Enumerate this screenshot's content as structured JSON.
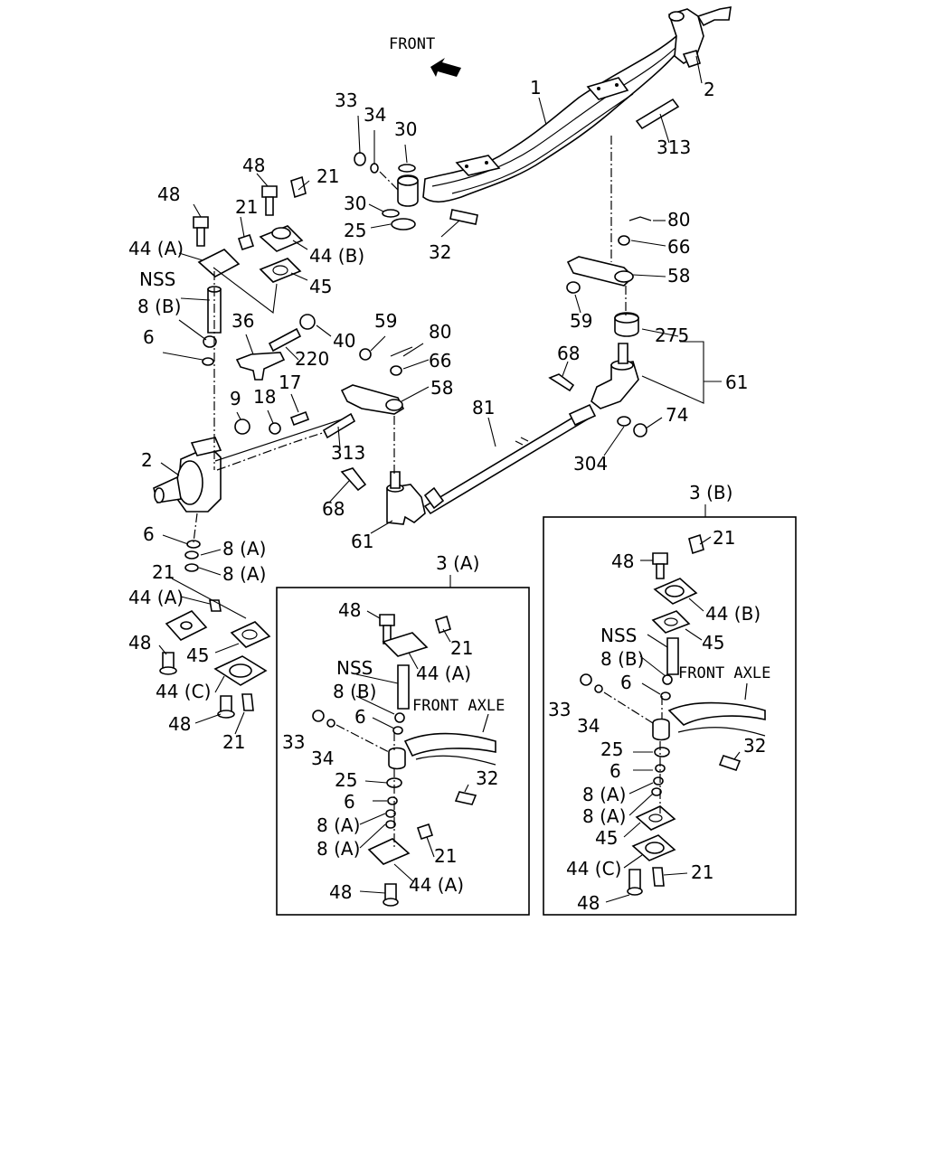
{
  "direction_label": "FRONT",
  "inset_a": {
    "title": "3 (A)",
    "axle_label": "FRONT AXLE"
  },
  "inset_b": {
    "title": "3 (B)",
    "axle_label": "FRONT AXLE"
  },
  "callouts": {
    "axle_beam": "1",
    "knuckle_right": "2",
    "knuckle_left": "2",
    "tie_rod_end_left": "61",
    "tie_rod_end_right": "61",
    "tie_rod": "81",
    "nut_33": "33",
    "washer_34": "34",
    "washer_30_top": "30",
    "washer_30_bot": "30",
    "bearing_25": "25",
    "king_pin_bolt_32": "32",
    "stud_313_right": "313",
    "stud_313_left": "313",
    "split_pin_80_right": "80",
    "nut_66_right": "66",
    "arm_58_right": "58",
    "nut_59_right": "59",
    "bushing_275": "275",
    "bolt_68_right": "68",
    "washer_304": "304",
    "nut_74": "74",
    "bolt_48_a": "48",
    "bolt_48_b": "48",
    "fitting_21_a": "21",
    "fitting_21_b": "21",
    "cover_44a_top": "44 (A)",
    "cover_44b_top": "44 (B)",
    "gasket_45_top": "45",
    "pin_nss": "NSS",
    "bush_8b": "8 (B)",
    "seal_6_top": "6",
    "arm_36": "36",
    "bolt_220": "220",
    "nut_40": "40",
    "nut_59_left": "59",
    "split_pin_80_left": "80",
    "nut_66_left": "66",
    "arm_58_left": "58",
    "plug_9": "9",
    "nut_18": "18",
    "stud_17": "17",
    "bolt_68_left": "68",
    "seal_6_bot": "6",
    "bush_8a_1": "8 (A)",
    "bush_8a_2": "8 (A)",
    "fitting_21_bot": "21",
    "cover_44a_bot": "44 (A)",
    "bolt_48_bot": "48",
    "gasket_45_bot": "45",
    "cover_44c_bot": "44 (C)",
    "bolt_48_bot2": "48",
    "fitting_21_bot2": "21"
  },
  "inset_a_callouts": {
    "bolt_48": "48",
    "fitting_21": "21",
    "cover_44a": "44 (A)",
    "pin_nss": "NSS",
    "bush_8b": "8 (B)",
    "seal_6": "6",
    "nut_33": "33",
    "washer_34": "34",
    "bearing_25": "25",
    "bolt_32": "32",
    "seal_6b": "6",
    "bush_8a_1": "8 (A)",
    "bush_8a_2": "8 (A)",
    "fitting_21b": "21",
    "cover_44a_b": "44 (A)",
    "bolt_48b": "48"
  },
  "inset_b_callouts": {
    "fitting_21": "21",
    "bolt_48": "48",
    "cover_44b": "44 (B)",
    "pin_nss": "NSS",
    "gasket_45": "45",
    "bush_8b": "8 (B)",
    "seal_6": "6",
    "nut_33": "33",
    "washer_34": "34",
    "bolt_32": "32",
    "bearing_25": "25",
    "seal_6b": "6",
    "bush_8a_1": "8 (A)",
    "bush_8a_2": "8 (A)",
    "gasket_45b": "45",
    "cover_44c": "44 (C)",
    "fitting_21b": "21",
    "bolt_48b": "48"
  }
}
